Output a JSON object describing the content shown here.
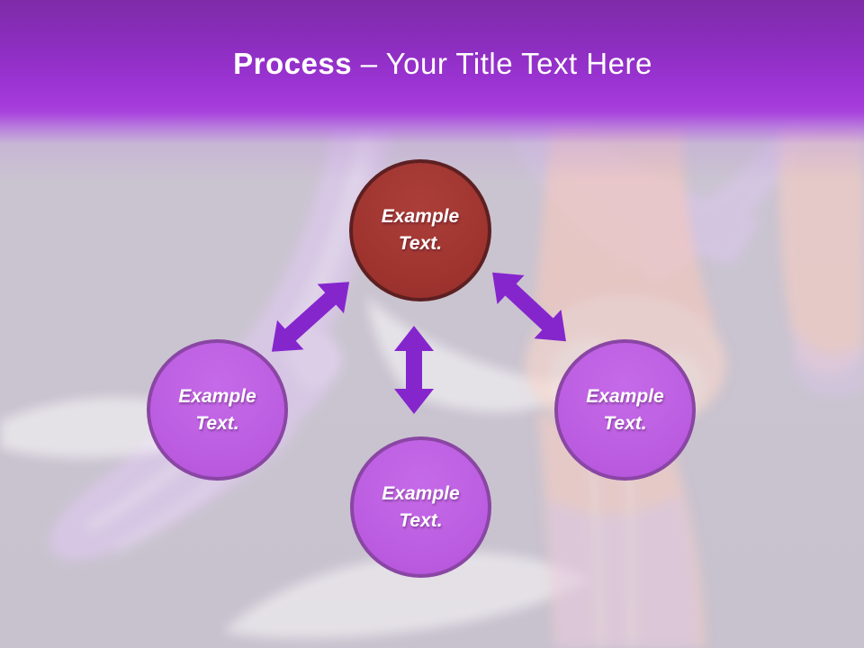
{
  "title": {
    "emphasis": "Process",
    "rest": "– Your Title Text Here"
  },
  "diagram": {
    "center_node": {
      "line1": "Example",
      "line2": "Text."
    },
    "left_node": {
      "line1": "Example",
      "line2": "Text."
    },
    "bottom_node": {
      "line1": "Example",
      "line2": "Text."
    },
    "right_node": {
      "line1": "Example",
      "line2": "Text."
    },
    "connectors": [
      {
        "name": "center-to-left",
        "style": "double-headed-arrow"
      },
      {
        "name": "center-to-bottom",
        "style": "double-headed-arrow"
      },
      {
        "name": "center-to-right",
        "style": "double-headed-arrow"
      }
    ]
  },
  "colors": {
    "header_gradient_top": "#7e2ba8",
    "header_gradient_bottom": "#a63ddc",
    "slide_background": "#cac4d0",
    "center_node_fill": "#9e332e",
    "center_node_border": "#5d2022",
    "secondary_node_fill": "#bb5ce0",
    "secondary_node_border": "#8a46a4",
    "arrow": "#8526cd",
    "title_text": "#ffffff",
    "node_text": "#ffffff"
  }
}
